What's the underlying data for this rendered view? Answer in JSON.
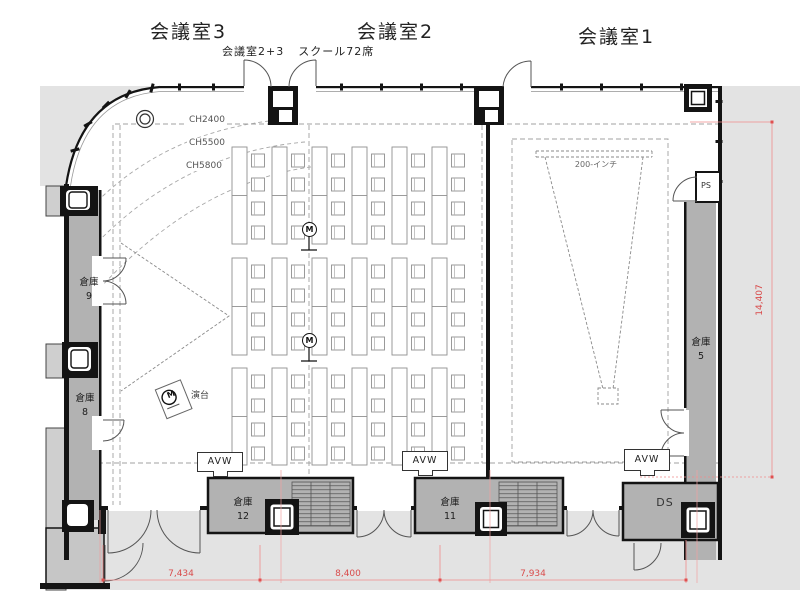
{
  "titles": {
    "room3": "会議室3",
    "room2": "会議室2",
    "room1": "会議室1"
  },
  "subtitle": {
    "combined": "会議室2+3",
    "capacity": "スクール72席"
  },
  "ceiling_heights": [
    "CH2400",
    "CH5500",
    "CH5800"
  ],
  "storage": {
    "s9": {
      "name": "倉庫",
      "num": "9"
    },
    "s8": {
      "name": "倉庫",
      "num": "8"
    },
    "s5": {
      "name": "倉庫",
      "num": "5"
    },
    "s12": {
      "name": "倉庫",
      "num": "12"
    },
    "s11": {
      "name": "倉庫",
      "num": "11"
    }
  },
  "service": {
    "ps": "PS",
    "ds": "DS",
    "avw": "AVW"
  },
  "equipment": {
    "screen": "200-インチ",
    "podium": "演台",
    "mic": "M"
  },
  "dimensions": {
    "bottom": [
      "7,434",
      "8,400",
      "7,934"
    ],
    "right": "14,407"
  },
  "seating": {
    "table_columns": 6,
    "table_blocks": 3,
    "chairs_per_table": 4
  },
  "colors": {
    "wall_black": "#141414",
    "storage_gray": "#b2b2b2",
    "outside_gray": "#e3e3e3",
    "dimension_red": "#d94c4c"
  }
}
